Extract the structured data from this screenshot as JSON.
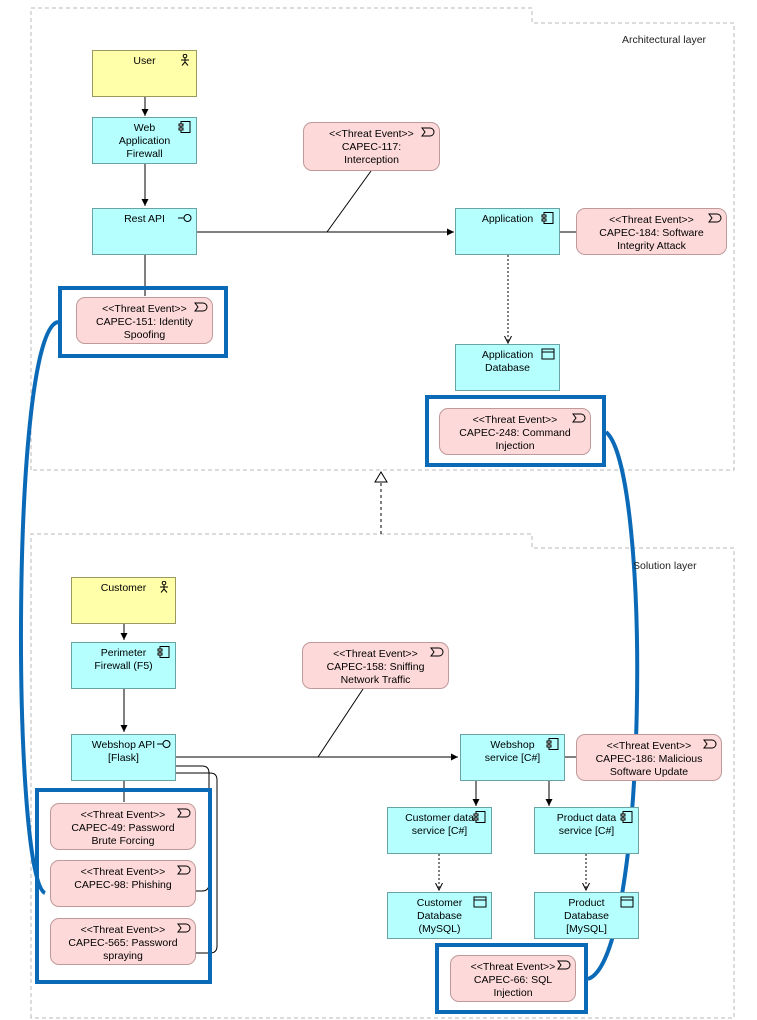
{
  "layers": {
    "architectural": "Architectural layer",
    "solution": "Solution layer"
  },
  "colors": {
    "actor": "#ffffa9",
    "component": "#b5ffff",
    "threat": "#fdd9d9",
    "highlight": "#0a6ab8"
  },
  "nodes": {
    "user": "User",
    "waf": "Web\nApplication\nFirewall",
    "rest_api": "Rest API",
    "application": "Application",
    "app_db": "Application\nDatabase",
    "capec117": "<<Threat Event>>\nCAPEC-117:\nInterception",
    "capec184": "<<Threat Event>>\nCAPEC-184: Software\nIntegrity Attack",
    "capec151": "<<Threat Event>>\nCAPEC-151: Identity\nSpoofing",
    "capec248": "<<Threat Event>>\nCAPEC-248: Command\nInjection",
    "customer": "Customer",
    "perimeter_fw": "Perimeter\nFirewall (F5)",
    "webshop_api": "Webshop API\n[Flask]",
    "webshop_service": "Webshop\nservice [C#]",
    "customer_data_service": "Customer data\nservice [C#]",
    "product_data_service": "Product data\nservice [C#]",
    "customer_db": "Customer\nDatabase\n(MySQL)",
    "product_db": "Product\nDatabase\n[MySQL]",
    "capec158": "<<Threat Event>>\nCAPEC-158: Sniffing\nNetwork Traffic",
    "capec186": "<<Threat Event>>\nCAPEC-186: Malicious\nSoftware Update",
    "capec49": "<<Threat Event>>\nCAPEC-49: Password\nBrute Forcing",
    "capec98": "<<Threat Event>>\nCAPEC-98: Phishing",
    "capec565": "<<Threat Event>>\nCAPEC-565: Password\nspraying",
    "capec66": "<<Threat Event>>\nCAPEC-66: SQL\nInjection"
  },
  "icons": {
    "actor": "stick-figure-icon",
    "component": "component-icon",
    "interface": "interface-lollipop-icon",
    "database": "data-object-icon",
    "event": "event-icon"
  }
}
